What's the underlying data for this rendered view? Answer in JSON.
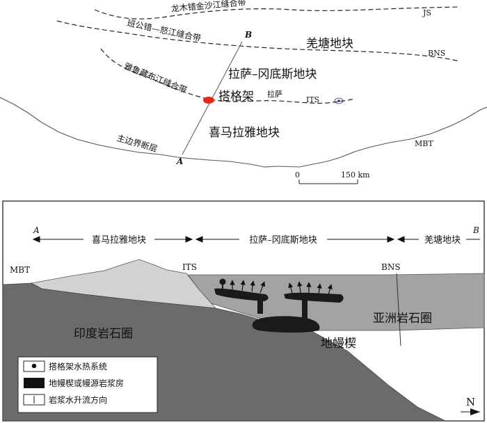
{
  "map": {
    "sutures": {
      "js_name": "龙木错金沙江缝合带",
      "js_code": "JS",
      "bns_name": "班公错—怒江缝合带",
      "bns_code": "BNS",
      "its_name": "雅鲁藏布江缝合带",
      "its_code": "ITS"
    },
    "blocks": {
      "qiangtang": "羌塘地块",
      "lhasa": "拉萨–冈底斯地块",
      "himalaya": "喜马拉雅地块"
    },
    "places": {
      "tagejia": "搭格架",
      "lhasa_city": "拉萨"
    },
    "faults": {
      "mbt_name": "主边界断层",
      "mbt_code": "MBT"
    },
    "profile_labels": {
      "start": "A",
      "end": "B"
    },
    "scale_bar": {
      "zero": "0",
      "distance": "150 km"
    }
  },
  "section": {
    "profile_labels": {
      "start": "A",
      "end": "B"
    },
    "block_spans": {
      "himalaya": "喜马拉雅地块",
      "lhasa": "拉萨–冈底斯地块",
      "qiangtang": "羌塘地块"
    },
    "boundaries": {
      "mbt": "MBT",
      "its": "ITS",
      "bns": "BNS"
    },
    "units": {
      "indian": "印度岩石圈",
      "asian": "亚洲岩石圈",
      "wedge": "地幔楔"
    },
    "legend": [
      {
        "symbol": "dot-marker",
        "label": "搭格架水热系统"
      },
      {
        "symbol": "black-box",
        "label": "地幔楔或幔源岩浆房"
      },
      {
        "symbol": "vertical-line",
        "label": "岩浆水升流方向"
      }
    ],
    "north_arrow": "N",
    "colors": {
      "indian_lithosphere": "#6b6b6b",
      "asian_lithosphere": "#a3a3a3",
      "himalaya_wedge": "#d2d2d2",
      "magma": "#1a1a1a",
      "tagejia_marker": "#e8261c"
    }
  }
}
